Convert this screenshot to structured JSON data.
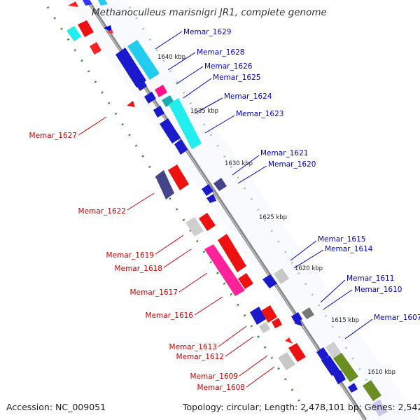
{
  "title": "Methanoculleus marisnigri JR1, complete genome",
  "footer": {
    "accession": "Accession: NC_009051",
    "summary": "Topology: circular; Length: 2,478,101 bp; Genes: 2,542"
  },
  "colors": {
    "forward_label": "#0000cc",
    "reverse_label": "#cc0000",
    "gc_skew_dots": "#228822",
    "backbone": "#888888"
  },
  "kbp_ticks": [
    "1640 kbp",
    "1635 kbp",
    "1630 kbp",
    "1625 kbp",
    "1620 kbp",
    "1615 kbp",
    "1610 kbp"
  ],
  "gene_labels": {
    "forward": [
      "Memar_1629",
      "Memar_1628",
      "Memar_1626",
      "Memar_1625",
      "Memar_1624",
      "Memar_1623",
      "Memar_1621",
      "Memar_1620",
      "Memar_1615",
      "Memar_1614",
      "Memar_1611",
      "Memar_1610",
      "Memar_1607"
    ],
    "reverse": [
      "Memar_1627",
      "Memar_1622",
      "Memar_1619",
      "Memar_1618",
      "Memar_1617",
      "Memar_1616",
      "Memar_1613",
      "Memar_1612",
      "Memar_1609",
      "Memar_1608"
    ]
  },
  "feature_colors": [
    "blue",
    "cyan",
    "red",
    "magenta",
    "navy-purple",
    "grey",
    "olive-green"
  ]
}
